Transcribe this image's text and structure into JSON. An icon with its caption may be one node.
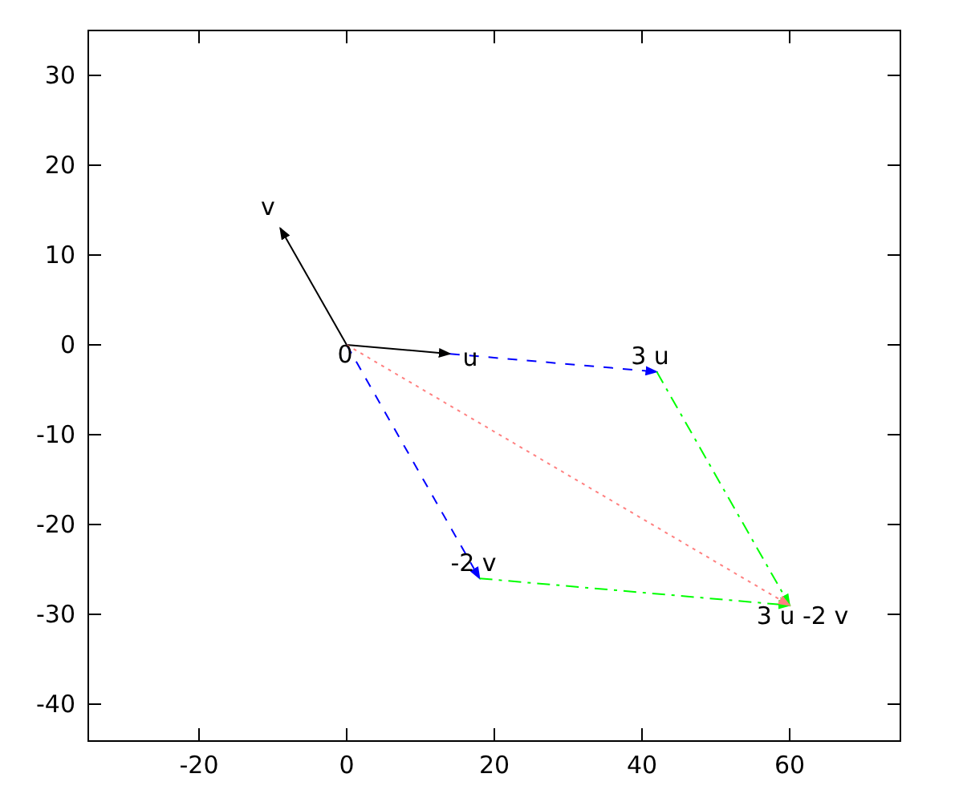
{
  "diagram": {
    "nodes": [
      {
        "text": [
          "0"
        ]
      },
      {
        "text": [
          "u"
        ]
      },
      {
        "text": [
          "v"
        ]
      },
      {
        "text": [
          "3 u"
        ]
      },
      {
        "text": [
          "-2 v"
        ]
      },
      {
        "text": [
          "3 u -2 v"
        ]
      }
    ],
    "edges": [
      {
        "from": 0,
        "to": 1,
        "arrow": "to",
        "color": "#000000"
      },
      {
        "from": 0,
        "to": 2,
        "arrow": "to",
        "color": "#000000"
      },
      {
        "from": 1,
        "to": 3,
        "arrow": "to",
        "style": "dashed",
        "color": "#0000ff"
      },
      {
        "from": 0,
        "to": 4,
        "arrow": "to",
        "style": "dashed",
        "color": "#0000ff"
      },
      {
        "from": 3,
        "to": 5,
        "arrow": "to",
        "style": "dashed",
        "color": "#00ff00"
      },
      {
        "from": 4,
        "to": 5,
        "arrow": "to",
        "style": "dashed",
        "color": "#00ff00"
      },
      {
        "from": 0,
        "to": 5,
        "arrow": "to",
        "style": "dashed",
        "color": "#ff8080"
      }
    ],
    "labels": [
      "30",
      "20",
      "10",
      "0",
      "-10",
      "-20",
      "-30",
      "-40",
      "-20",
      "0",
      "20",
      "40",
      "60"
    ]
  }
}
